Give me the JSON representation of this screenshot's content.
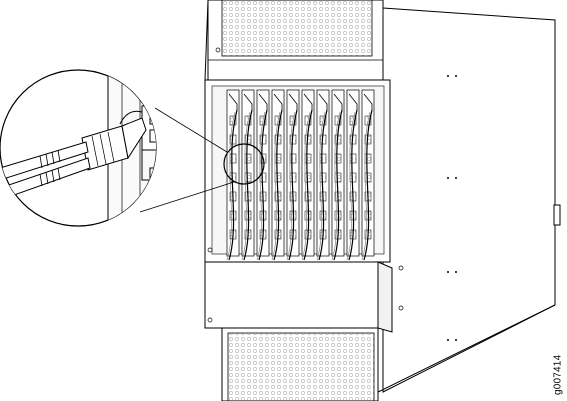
{
  "figure": {
    "id": "g007414",
    "subject": "router-chassis-cable-connection",
    "slot_count": 10,
    "callout": "magnified-optical-connector-view"
  },
  "colors": {
    "line": "#000000",
    "mesh": "#c8c8c8",
    "fill": "#ffffff",
    "shade": "#efefef"
  }
}
